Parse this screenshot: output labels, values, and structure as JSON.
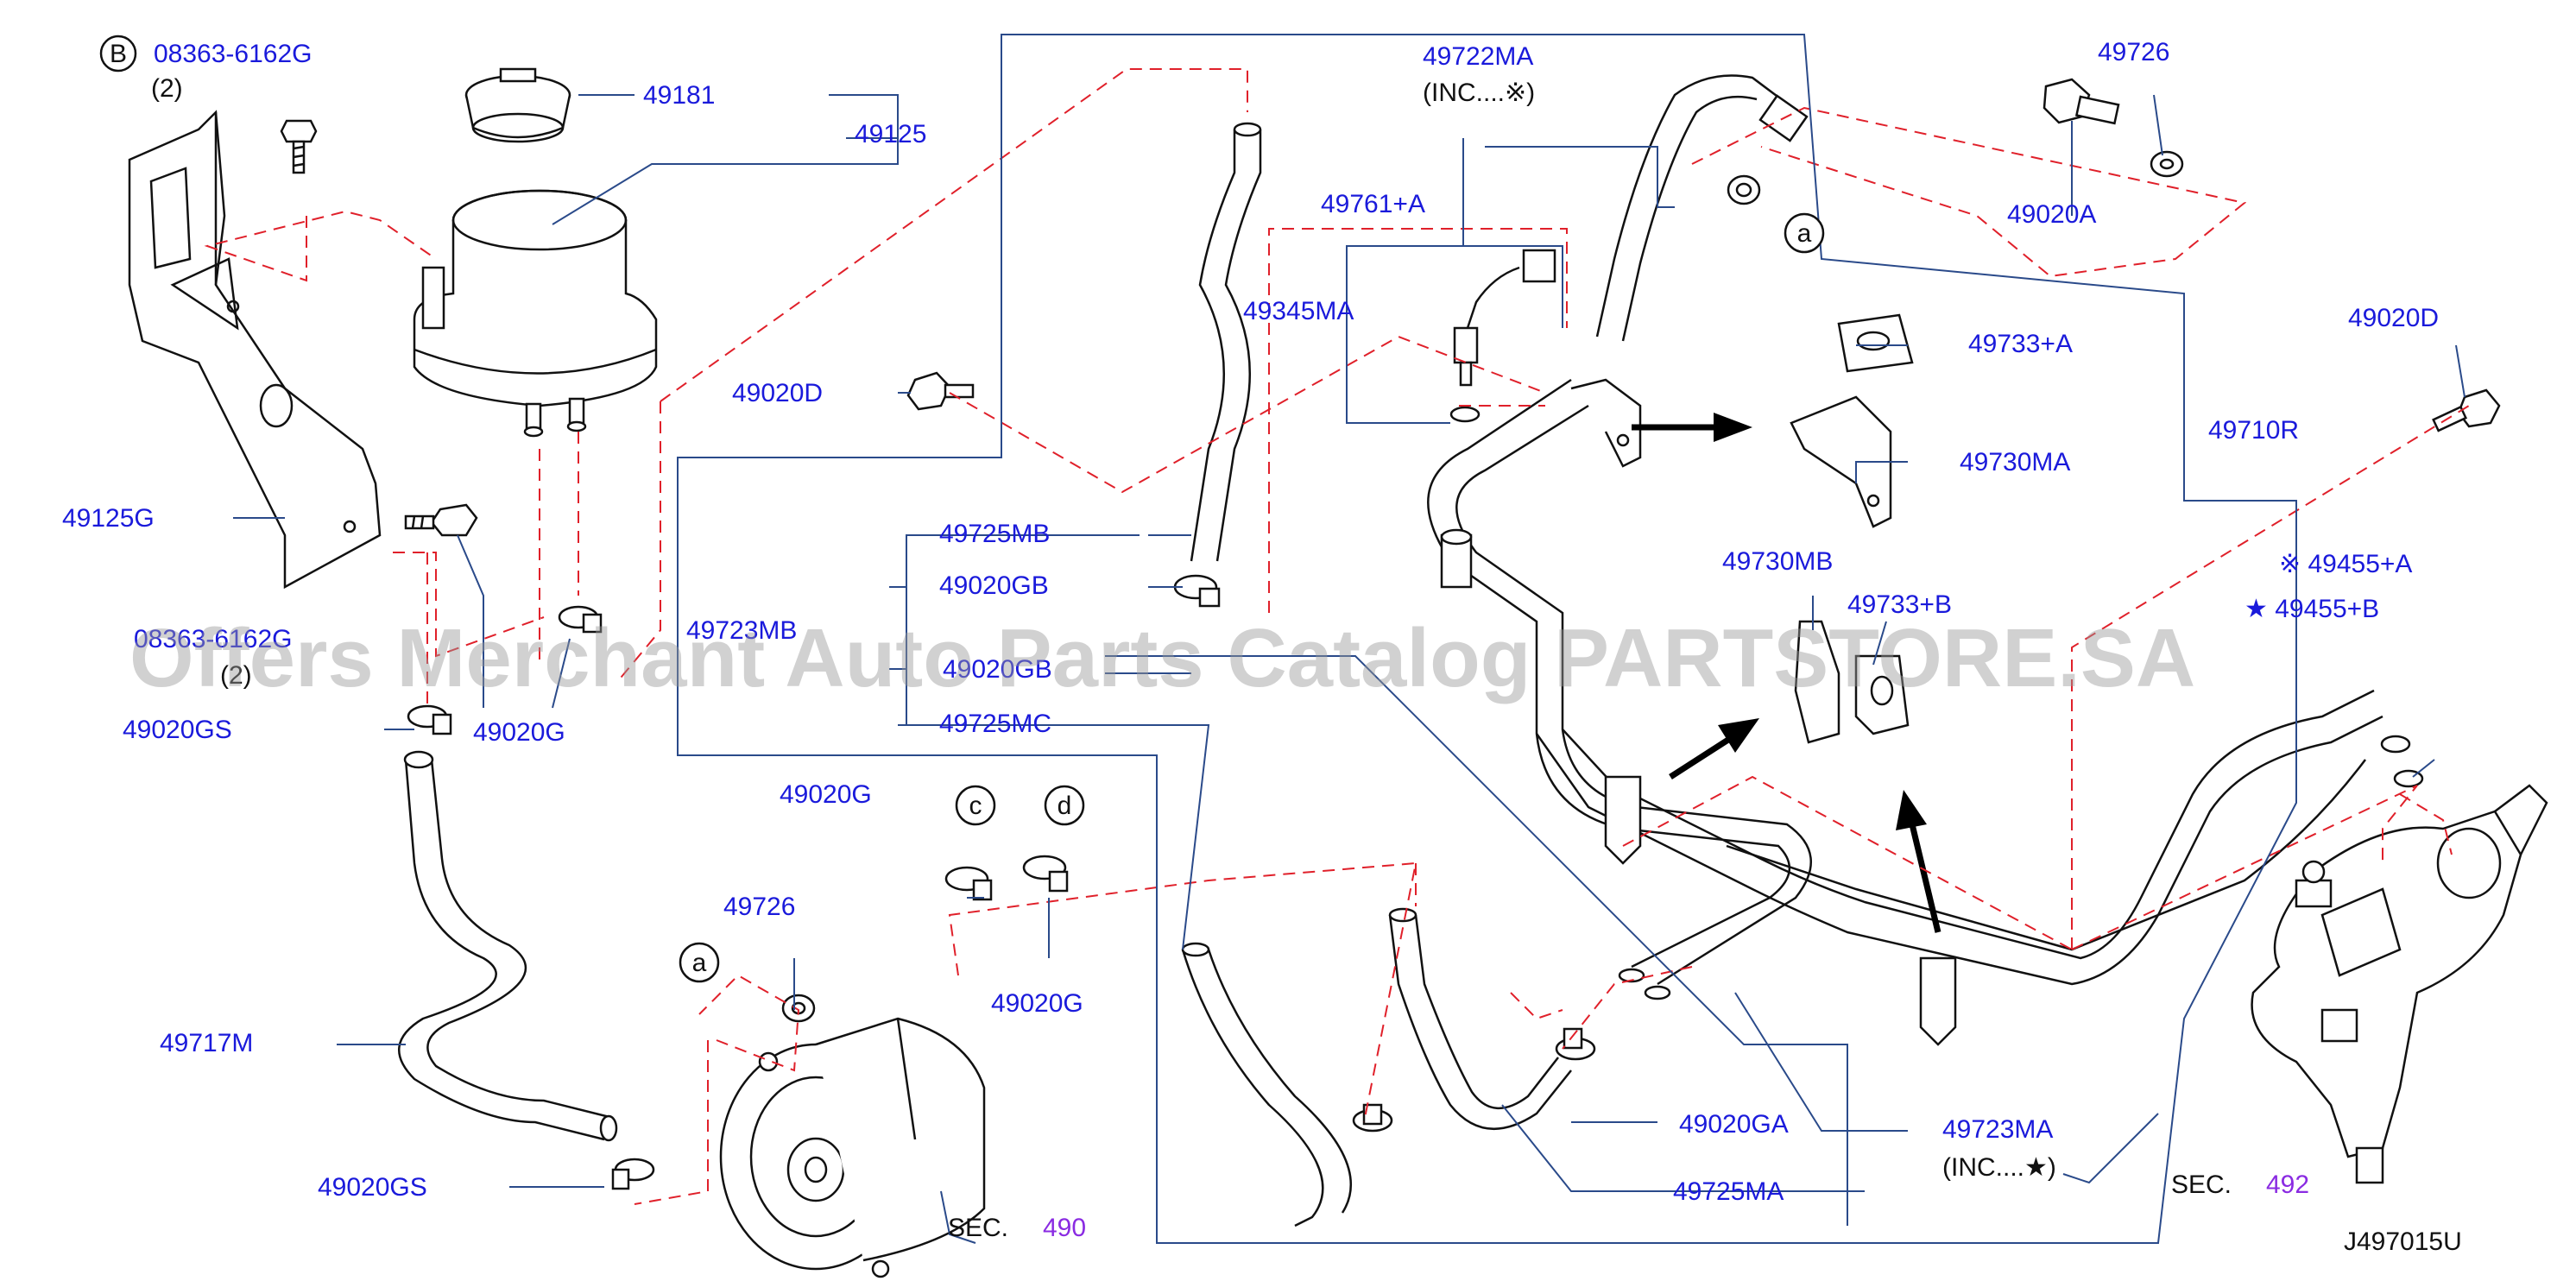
{
  "diagram_id": "J497015U",
  "watermark": "Offers Merchant Auto Parts Catalog PARTSTORE.SA",
  "colors": {
    "label": "#1a1adb",
    "leader": "#2a4a8a",
    "dashed": "#e0202a",
    "section_ref": "#8a2be2"
  },
  "callouts": {
    "b_circle": "B",
    "b_bolt_top": "08363-6162G",
    "b_bolt_top_qty": "(2)",
    "b_bolt_mid": "08363-6162G",
    "b_bolt_mid_qty": "(2)",
    "cap": "49181",
    "reservoir": "49125",
    "bracket": "49125G",
    "clamp_gs_upper": "49020GS",
    "clamp_g_left": "49020G",
    "hose_suction": "49717M",
    "clamp_gs_lower": "49020GS",
    "bolt_d_left": "49020D",
    "hose_mb": "49725MB",
    "clamp_gb_upper": "49020GB",
    "pipe_mb": "49723MB",
    "clamp_gb_lower": "49020GB",
    "hose_mc": "49725MC",
    "clamp_g_c": "49020G",
    "clamp_g_d": "49020G",
    "washer_a": "49726",
    "sec_pump_prefix": "SEC.",
    "sec_pump_num": "490",
    "hose_ma_assy": "49722MA",
    "hose_ma_assy_inc": "(INC....※)",
    "sensor": "49761+A",
    "oring": "49345MA",
    "bolt_top_right": "49726",
    "bolt_20a": "49020A",
    "grommet_a": "49733+A",
    "clip_ma": "49730MA",
    "clip_mb": "49730MB",
    "grommet_b": "49733+B",
    "bolt_d_right": "49020D",
    "tube_r": "49710R",
    "oring_a": "※ 49455+A",
    "oring_b": "★ 49455+B",
    "clamp_ga": "49020GA",
    "pipe_ma": "49723MA",
    "pipe_ma_inc": "(INC....★)",
    "hose_ma": "49725MA",
    "sec_gear_prefix": "SEC.",
    "sec_gear_num": "492",
    "circle_a_top": "a",
    "circle_a_pump": "a",
    "circle_c": "c",
    "circle_d": "d"
  }
}
